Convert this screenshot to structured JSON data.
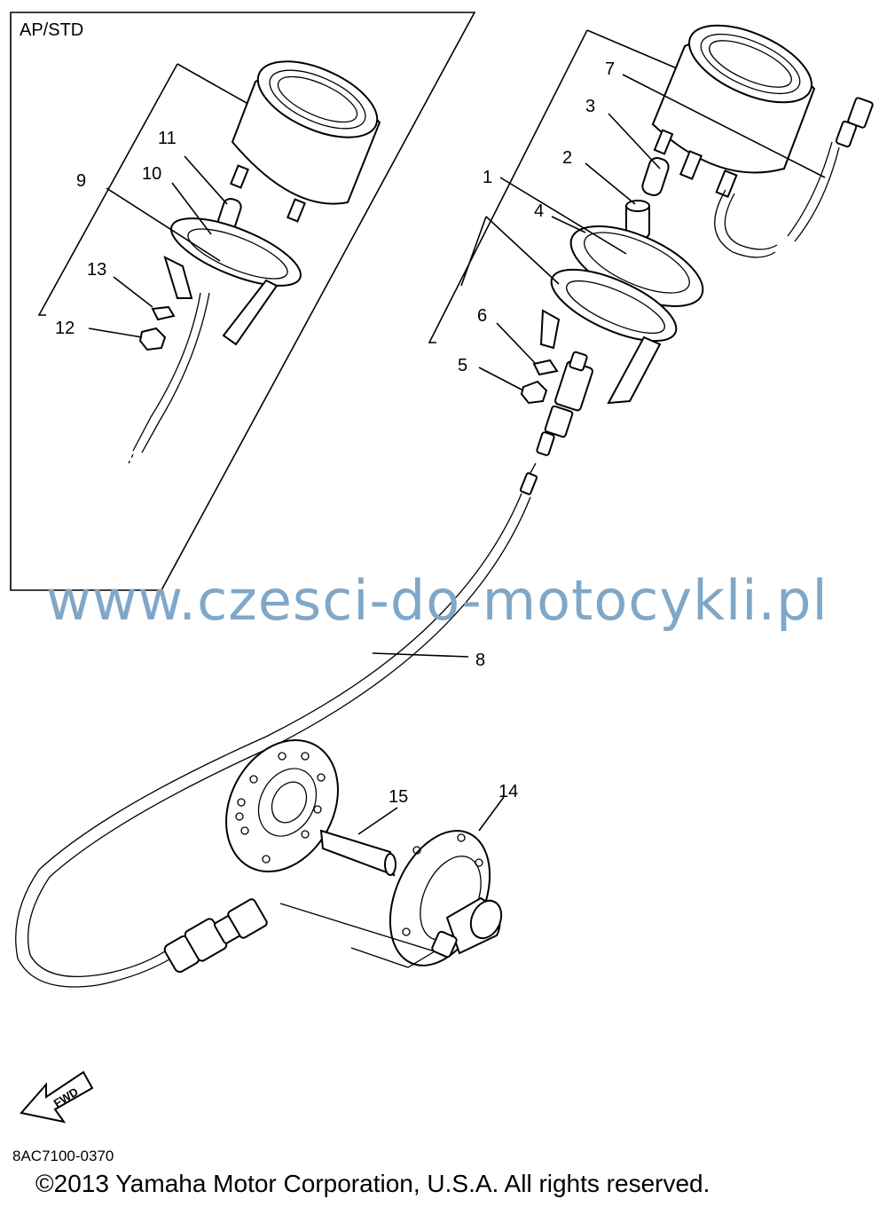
{
  "variant_label": "AP/STD",
  "callouts": {
    "c1": "1",
    "c2": "2",
    "c3": "3",
    "c4": "4",
    "c5": "5",
    "c6": "6",
    "c7": "7",
    "c8": "8",
    "c9": "9",
    "c10": "10",
    "c11": "11",
    "c12": "12",
    "c13": "13",
    "c14": "14",
    "c15": "15"
  },
  "direction_label": "FWD",
  "diagram_code": "8AC7100-0370",
  "watermark": "www.czesci-do-motocykli.pl",
  "copyright": "©2013 Yamaha Motor Corporation, U.S.A. All rights reserved.",
  "icons": [
    "fwd-arrow-icon"
  ]
}
